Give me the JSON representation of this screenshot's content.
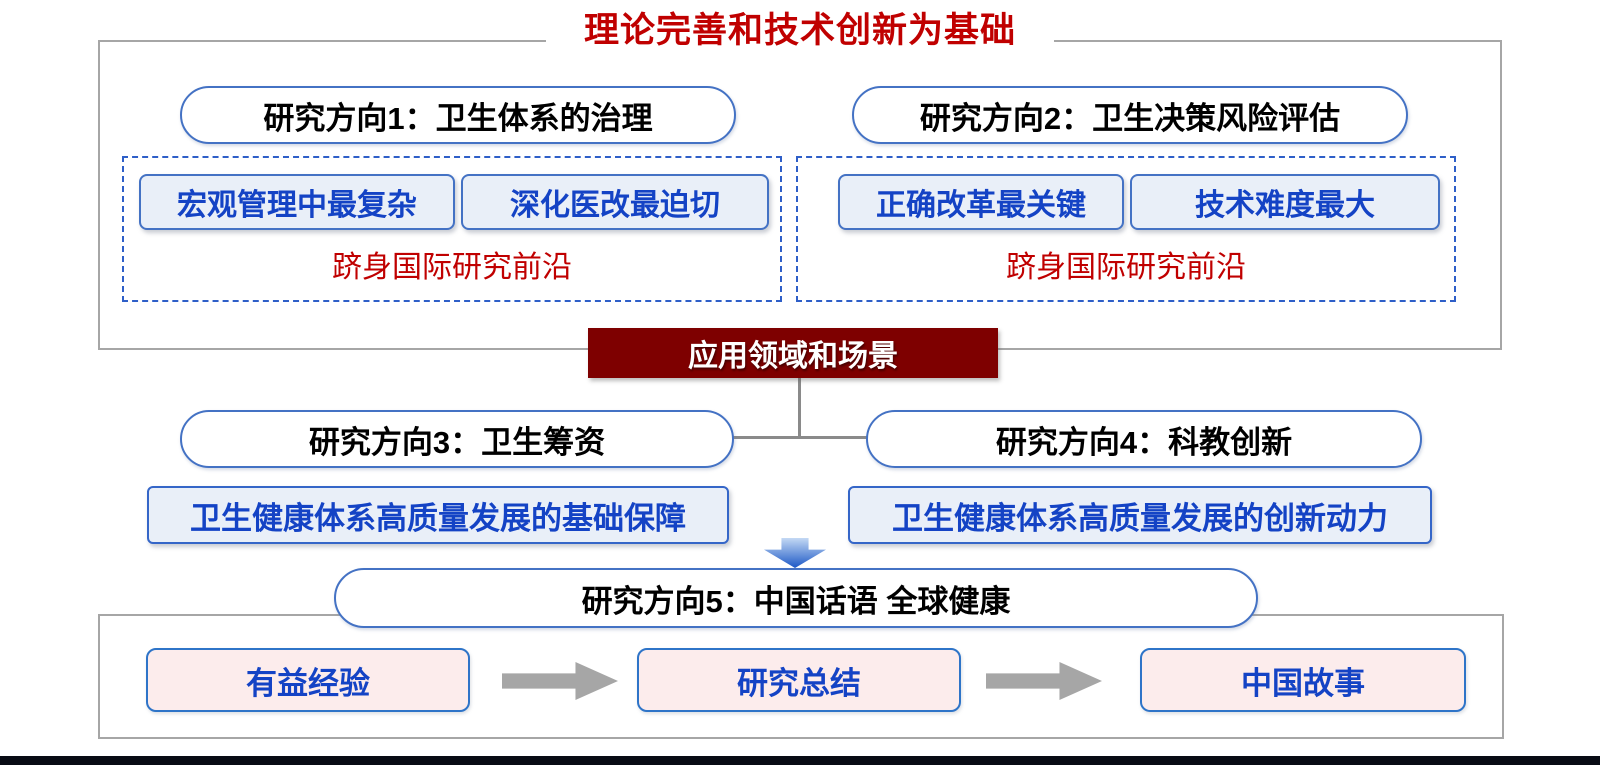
{
  "slide": {
    "title": "理论完善和技术创新为基础",
    "banner": "应用领域和场景"
  },
  "directions": {
    "d1": {
      "pill": "研究方向1：卫生体系的治理",
      "box1": "宏观管理中最复杂",
      "box2": "深化医改最迫切",
      "note": "跻身国际研究前沿"
    },
    "d2": {
      "pill": "研究方向2：卫生决策风险评估",
      "box1": "正确改革最关键",
      "box2": "技术难度最大",
      "note": "跻身国际研究前沿"
    },
    "d3": {
      "pill": "研究方向3：卫生筹资",
      "box": "卫生健康体系高质量发展的基础保障"
    },
    "d4": {
      "pill": "研究方向4：科教创新",
      "box": "卫生健康体系高质量发展的创新动力"
    },
    "d5": {
      "pill": "研究方向5：中国话语 全球健康",
      "flow1": "有益经验",
      "flow2": "研究总结",
      "flow3": "中国故事"
    }
  },
  "colors": {
    "title_red": "#C00000",
    "note_red": "#C00000",
    "banner_bg": "#7E0000",
    "blue_text": "#1443C5",
    "pill_border": "#4472C4",
    "light_blue_fill": "#E9EFF8",
    "pink_fill": "#FCECEC",
    "frame_gray": "#A6A6A6",
    "arrow_gray": "#A6A6A6",
    "down_arrow_top": "#C4D9F4",
    "down_arrow_bottom": "#1C58C6"
  }
}
